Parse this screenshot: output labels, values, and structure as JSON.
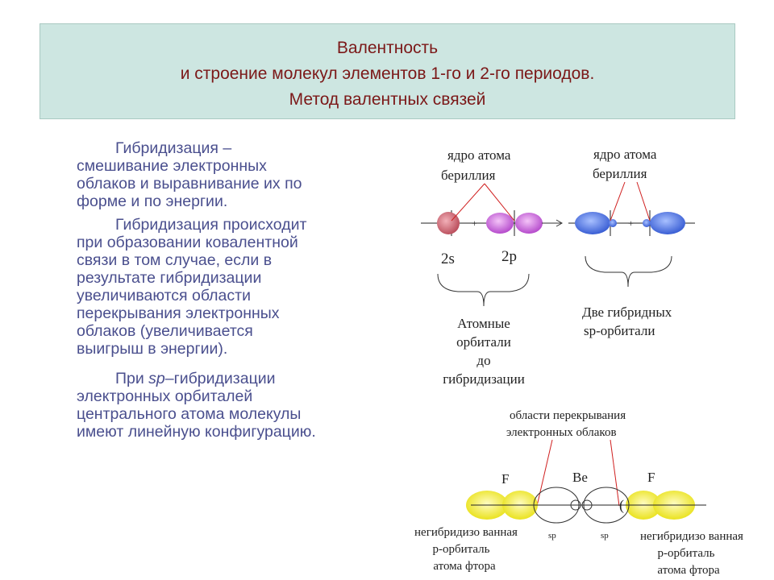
{
  "title": {
    "line1": "Валентность",
    "line2": "и строение молекул элементов 1-го и 2-го периодов.",
    "line3": "Метод валентных связей"
  },
  "text": {
    "p1": [
      "Гибридизация –",
      "смешивание электронных",
      "облаков и выравнивание их по",
      "форме и по энергии."
    ],
    "p2": [
      "Гибридизация происходит",
      "при образовании ковалентной",
      "связи в том случае, если в",
      "результате гибридизации",
      "увеличиваются области",
      "перекрывания электронных",
      "облаков (увеличивается",
      "выигрыш в энергии)."
    ],
    "p3_first_prefix": "При ",
    "p3_first_italic": "sp",
    "p3_first_suffix": "–гибридизации",
    "p3": [
      "электронных орбиталей",
      "центрального атома молекулы",
      "имеют линейную конфигурацию."
    ]
  },
  "diagram_top": {
    "nucleus_label_left": [
      "ядро атома",
      "бериллия"
    ],
    "nucleus_label_right": [
      "ядро атома",
      "бериллия"
    ],
    "orbital_2s": "2s",
    "orbital_2p": "2p",
    "plus_left": "+",
    "plus_right": "+",
    "caption_left": [
      "Атомные",
      "орбитали",
      "до",
      "гибридизации"
    ],
    "caption_right": [
      "Две гибридных",
      "sp-орбитали"
    ]
  },
  "diagram_bottom": {
    "overlap_label": [
      "области перекрывания",
      "электронных облаков"
    ],
    "atom_left": "F",
    "atom_center": "Be",
    "atom_right": "F",
    "sp_left": "sp",
    "sp_right": "sp",
    "caption_left": [
      "негибридизо ванная",
      "р-орбиталь",
      "атома фтора"
    ],
    "caption_right": [
      "негибридизо ванная",
      "р-орбиталь",
      "атома фтора"
    ]
  },
  "colors": {
    "title_bg": "#cde6e1",
    "title_text": "#7b1818",
    "body_text": "#4a4f8e",
    "s_orbital": "#d06070",
    "p_orbital": "#d070e0",
    "hybrid": "#4a6fe0",
    "f_orbital": "#f5f020",
    "pointer": "#d02020"
  }
}
